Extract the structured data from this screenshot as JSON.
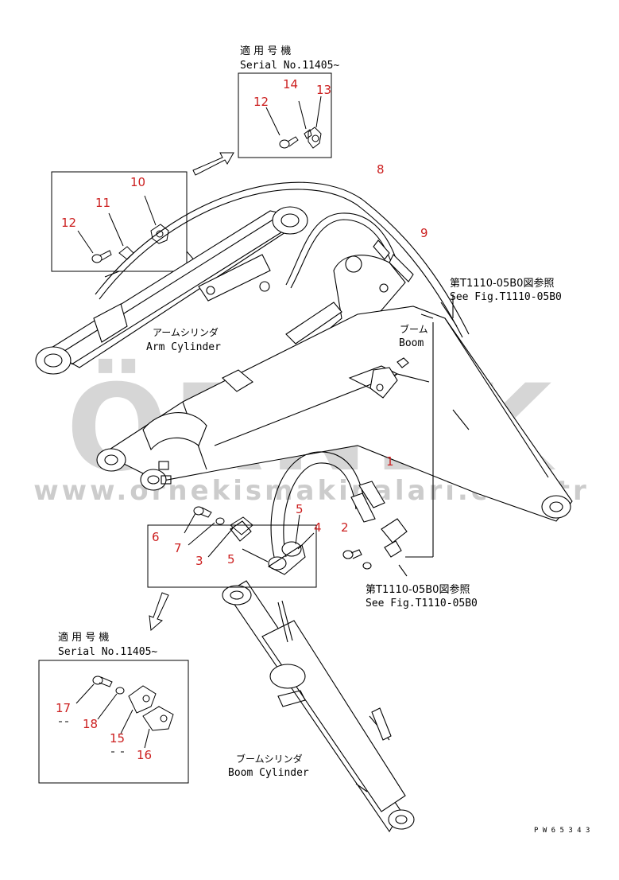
{
  "colors": {
    "line": "#000000",
    "callout": "#cc1f1f",
    "watermark": "#cfcfcf",
    "background": "#ffffff"
  },
  "top_inset": {
    "jp": "適 用 号 機",
    "serial": "Serial No.11405~"
  },
  "bottom_inset": {
    "jp": "適 用 号 機",
    "serial": "Serial No.11405~"
  },
  "labels": {
    "arm_cylinder_jp": "アームシリンダ",
    "arm_cylinder_en": "Arm Cylinder",
    "boom_jp": "ブーム",
    "boom_en": "Boom",
    "boom_cylinder_jp": "ブームシリンダ",
    "boom_cylinder_en": "Boom Cylinder",
    "ref1_jp": "第T1110-05B0図参照",
    "ref1_en": "See Fig.T1110-05B0",
    "ref2_jp": "第T1110-05B0図参照",
    "ref2_en": "See Fig.T1110-05B0",
    "drawing_no": "P W 6 5 3 4 3"
  },
  "callouts": {
    "c1": "1",
    "c2": "2",
    "c3": "3",
    "c4": "4",
    "c5a": "5",
    "c5b": "5",
    "c6": "6",
    "c7": "7",
    "c8": "8",
    "c9": "9",
    "c10": "10",
    "c11": "11",
    "c12a": "12",
    "c12b": "12",
    "c13": "13",
    "c14": "14",
    "c15": "15",
    "c16": "16",
    "c17": "17",
    "c18": "18"
  },
  "watermark": {
    "brand": "ÖRNEK",
    "url": "www.ornekismakinalari.com.tr"
  }
}
